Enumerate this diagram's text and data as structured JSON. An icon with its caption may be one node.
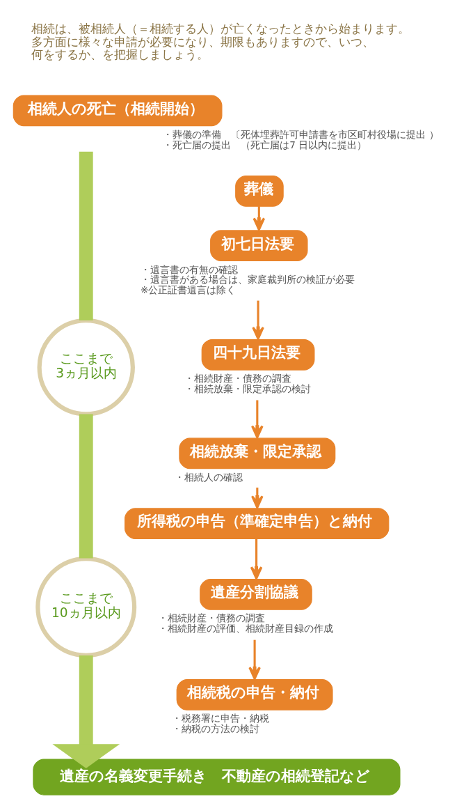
{
  "diagram": {
    "nodes": [
      {
        "text": [
          "相続人の死亡（相続開始）"
        ],
        "beside": [
          "・葬儀の準備　〔死体埋葬許可申請書を市区町村役場に提出 ）",
          "・死亡届の提出　（死亡届は7 日以内に提出）"
        ]
      },
      {
        "text": [
          "葬儀"
        ]
      },
      {
        "text": [
          "初七日法要"
        ],
        "beside": [
          "・遺言書の有無の確認",
          "・遺言書がある場合は、家庭裁判所の検証が必要",
          "※公正証書遺言は除く"
        ]
      },
      {
        "text": [
          "四十九日法要"
        ],
        "beside": [
          "・相続財産・債務の調査",
          "・相続放棄・限定承認の検討"
        ]
      },
      {
        "text": [
          "ここまで",
          "3ヵ月以内"
        ]
      },
      {
        "text": [
          "相続放棄・限定承認"
        ],
        "beside": [
          "・相続人の確認"
        ]
      },
      {
        "text": [
          "所得税の申告（準確定申告）と納付"
        ]
      },
      {
        "text": [
          "遺産分割協議"
        ],
        "beside": [
          "・相続財産・債務の調査",
          "・相続財産の評価、相続財産目録の作成"
        ]
      },
      {
        "text": [
          "ここまで",
          "10ヵ月以内"
        ]
      },
      {
        "text": [
          "相続税の申告・納付"
        ],
        "beside": [
          "・税務署に申告・納税",
          "・納税の方法の検討"
        ]
      },
      {
        "text": [
          "遺産の名義変更手続き　不動産の相続登記など"
        ]
      }
    ],
    "edges": [
      {
        "from": 1,
        "to": 2,
        "arrow": "to"
      },
      {
        "from": 2,
        "to": 3,
        "arrow": "to"
      },
      {
        "from": 3,
        "to": 5,
        "arrow": "to"
      },
      {
        "from": 5,
        "to": 6,
        "arrow": "to"
      },
      {
        "from": 6,
        "to": 7,
        "arrow": "to"
      },
      {
        "from": 7,
        "to": 9,
        "arrow": "to"
      },
      {
        "from": 0,
        "to": 4,
        "arrow": "none",
        "style": "thick",
        "color": "#afcd5a"
      },
      {
        "from": 4,
        "to": 8,
        "arrow": "none",
        "style": "thick",
        "color": "#afcd5a"
      },
      {
        "from": 8,
        "to": 10,
        "arrow": "to",
        "style": "thick",
        "color": "#afcd5a"
      }
    ],
    "labels": [
      "相続は、被相続人（＝相続する人）が亡くなったときから始まります。多方面に様々な申請が必要になり、期限もありますので、いつ、何をするか、を把握しましょう。"
    ]
  }
}
